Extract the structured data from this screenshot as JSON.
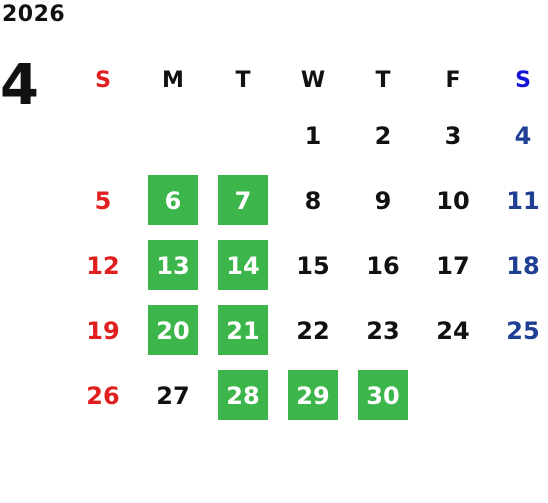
{
  "calendar": {
    "year": "2026",
    "month": "4",
    "weekday_labels": [
      "S",
      "M",
      "T",
      "W",
      "T",
      "F",
      "S"
    ],
    "leading_blank_days": 3,
    "days_in_month": 30,
    "highlighted_days": [
      6,
      7,
      13,
      14,
      20,
      21,
      28,
      29,
      30
    ],
    "colors": {
      "sunday": "#e0201f",
      "saturday_header": "#1414d6",
      "saturday": "#1f3f95",
      "highlight_bg": "#3cb54a",
      "highlight_text": "#ffffff",
      "default_text": "#111111"
    }
  }
}
